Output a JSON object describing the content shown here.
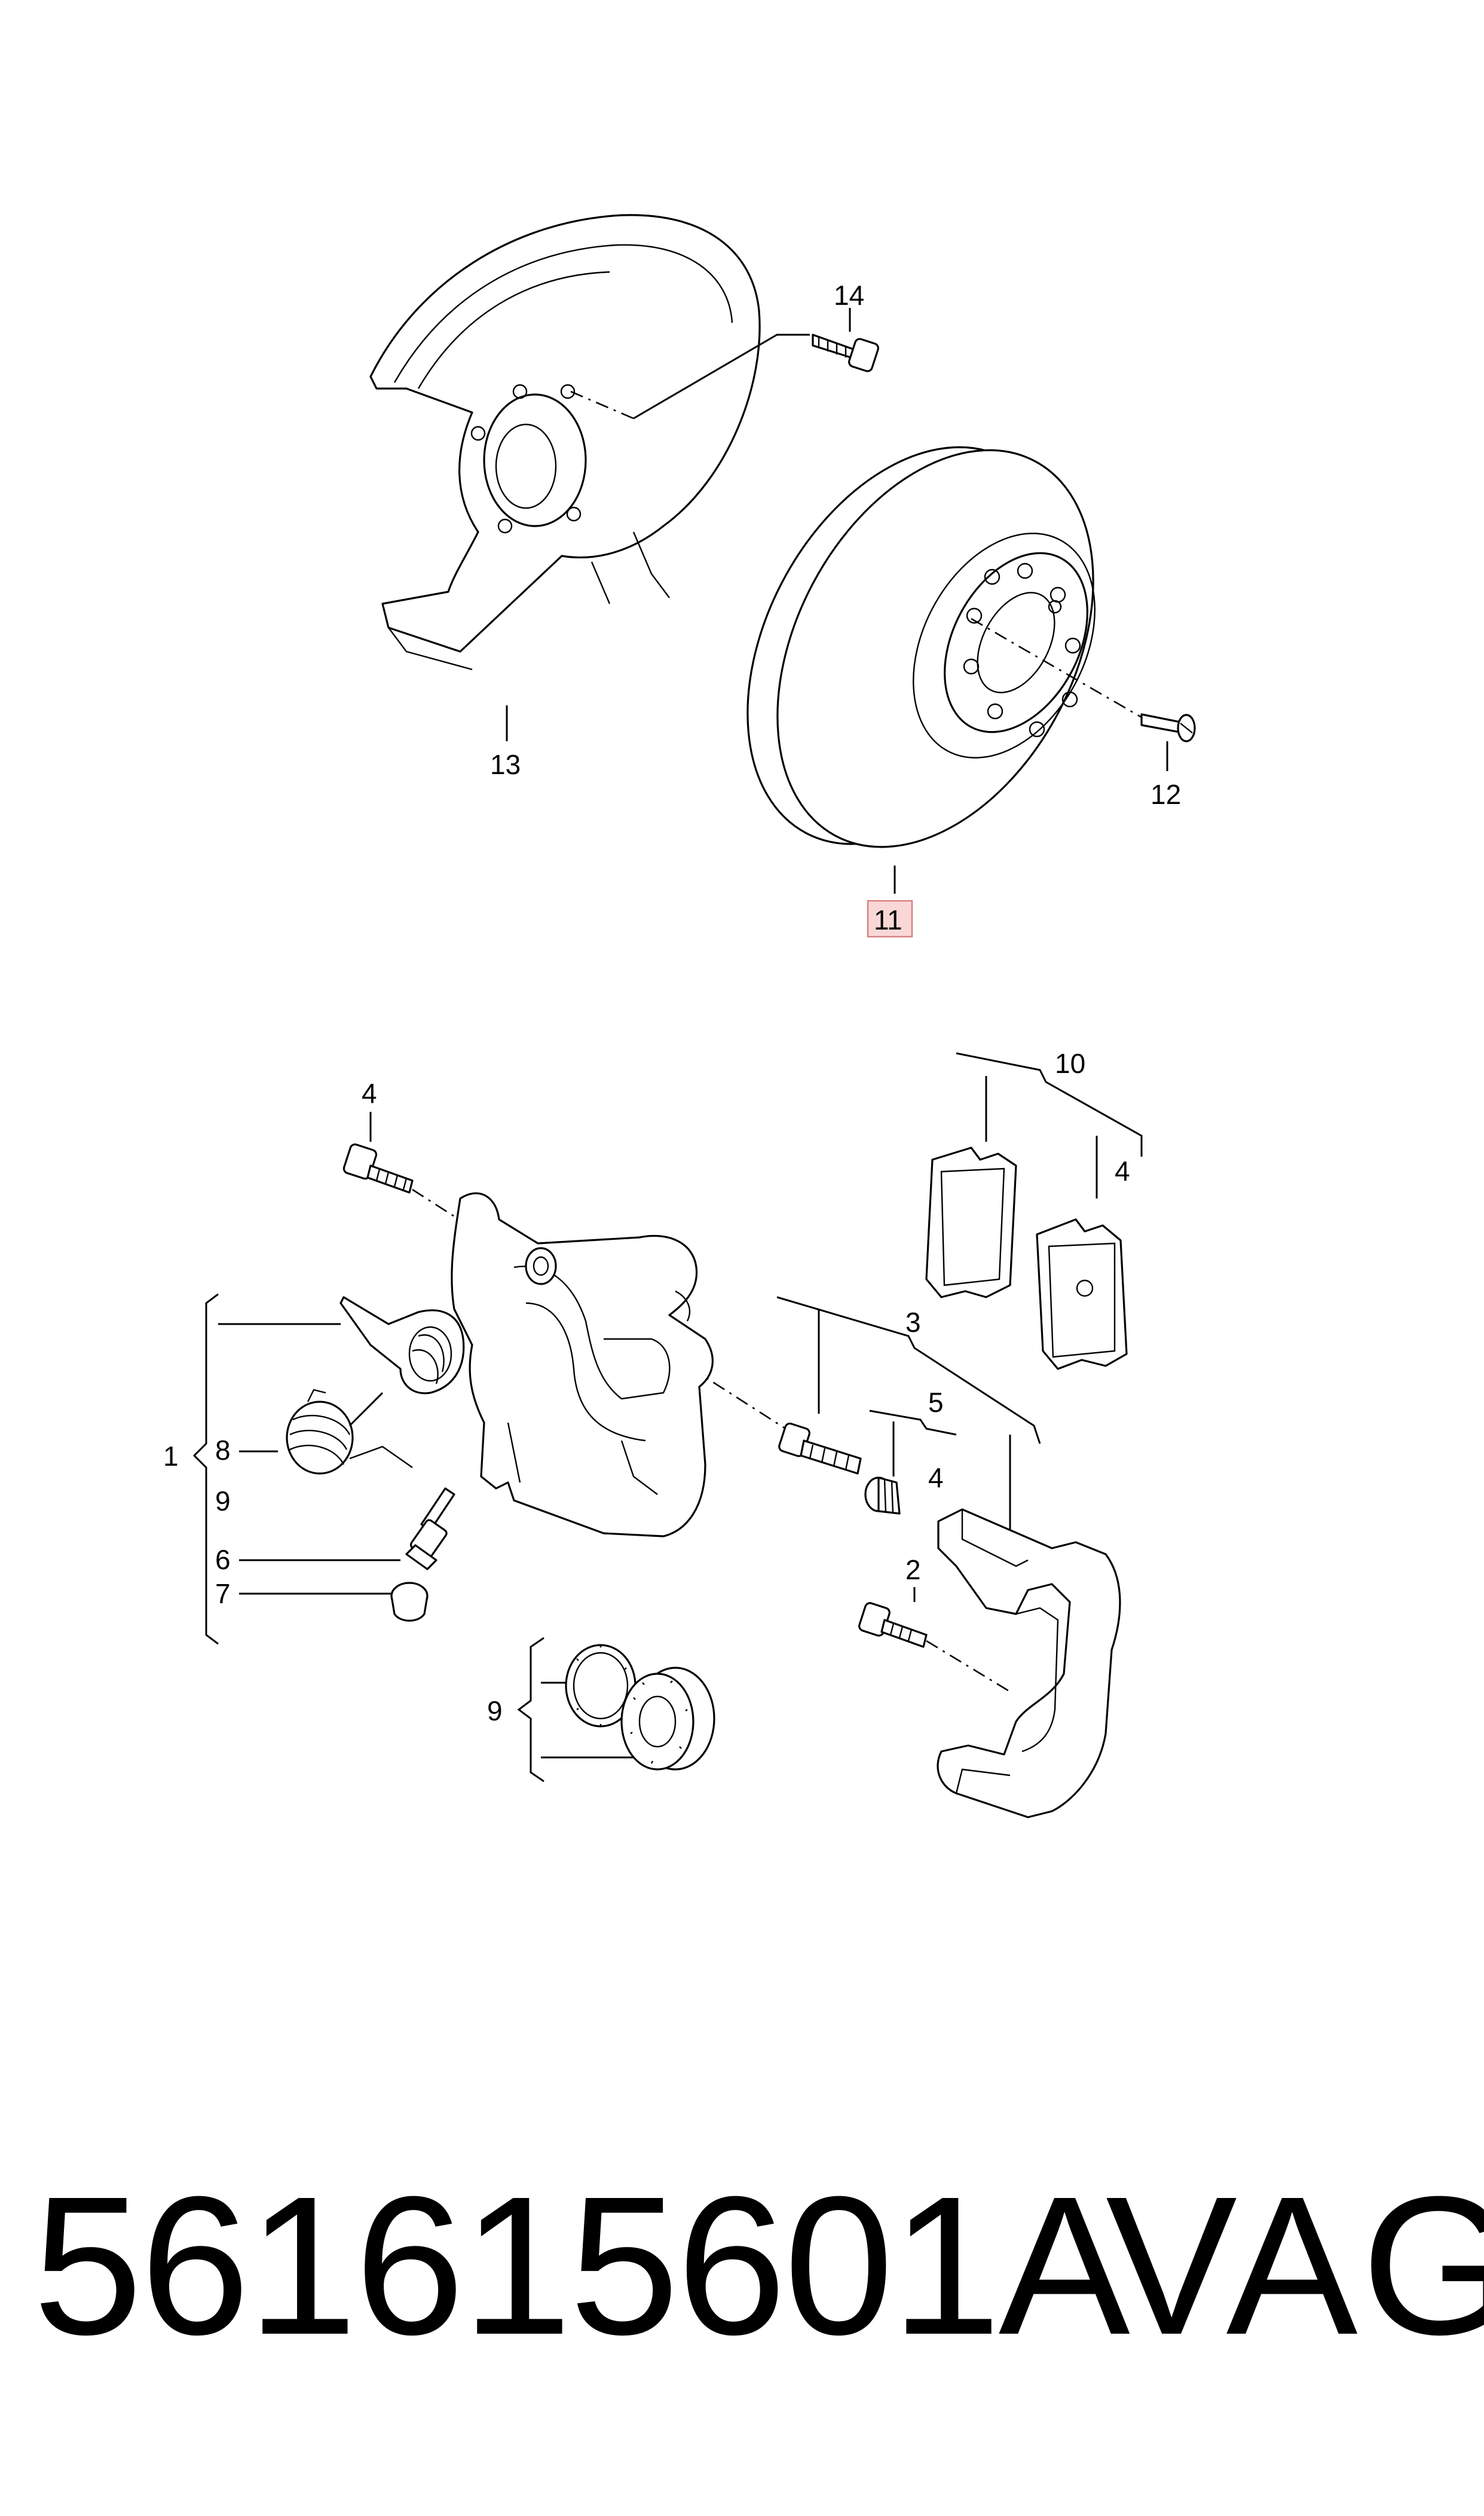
{
  "diagram": {
    "callouts": {
      "n1": "1",
      "n2": "2",
      "n3": "3",
      "n4a": "4",
      "n4b": "4",
      "n4c": "4",
      "n5": "5",
      "n6": "6",
      "n7": "7",
      "n8": "8",
      "n9a": "9",
      "n9b": "9",
      "n10": "10",
      "n11": "11",
      "n12": "12",
      "n13": "13",
      "n14": "14"
    },
    "highlight_color": "#f4b6b6"
  },
  "footer": {
    "part_number": "561615601A",
    "brand": "VAG"
  }
}
